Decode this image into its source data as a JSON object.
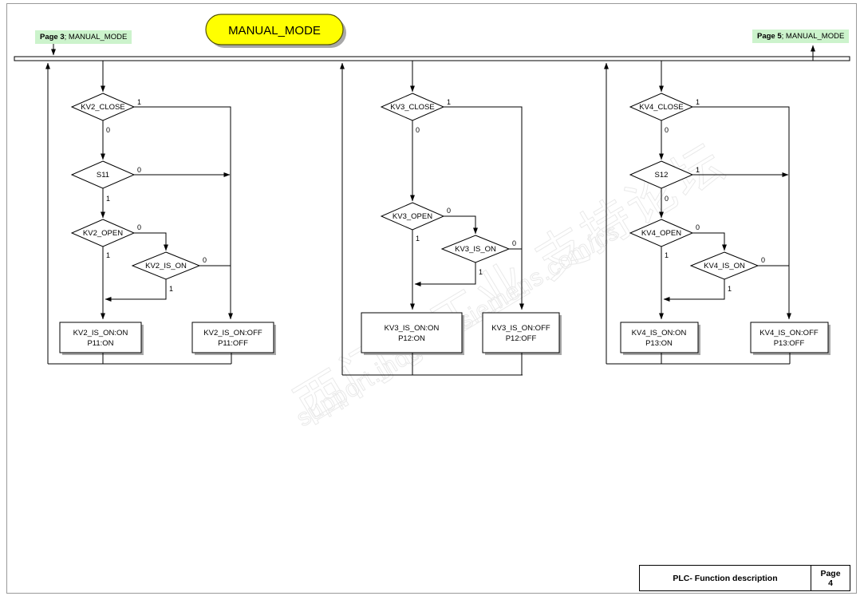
{
  "document": {
    "title": "MANUAL_MODE",
    "footer_title": "PLC- Function description",
    "footer_page_label": "Page",
    "footer_page_number": "4",
    "watermark_line1": "西门子工业 支持论坛",
    "watermark_line2": "support.industry.siemens.com/cs"
  },
  "connectors": {
    "left": {
      "page": "Page 3",
      "label": "; MANUAL_MODE"
    },
    "right": {
      "page": "Page 5",
      "label": "; MANUAL_MODE"
    }
  },
  "branch_labels": {
    "zero": "0",
    "one": "1"
  },
  "columns": [
    {
      "id": "kv2",
      "decisions": [
        {
          "name": "close",
          "text": "KV2_CLOSE",
          "right_label": "1",
          "down_label": "0"
        },
        {
          "name": "sensor",
          "text": "S11",
          "right_label": "0",
          "down_label": "1"
        },
        {
          "name": "open",
          "text": "KV2_OPEN",
          "right_label": "0",
          "down_label": "1"
        },
        {
          "name": "is-on",
          "text": "KV2_IS_ON",
          "right_label": "0",
          "down_label": "1"
        }
      ],
      "actions": [
        {
          "name": "on",
          "line1": "KV2_IS_ON:ON",
          "line2": "P11:ON"
        },
        {
          "name": "off",
          "line1": "KV2_IS_ON:OFF",
          "line2": "P11:OFF"
        }
      ]
    },
    {
      "id": "kv3",
      "decisions": [
        {
          "name": "close",
          "text": "KV3_CLOSE",
          "right_label": "1",
          "down_label": "0"
        },
        {
          "name": "open",
          "text": "KV3_OPEN",
          "right_label": "0",
          "down_label": "1"
        },
        {
          "name": "is-on",
          "text": "KV3_IS_ON",
          "right_label": "0",
          "down_label": "1"
        }
      ],
      "actions": [
        {
          "name": "on",
          "line1": "KV3_IS_ON:ON",
          "line2": "P12:ON"
        },
        {
          "name": "off",
          "line1": "KV3_IS_ON:OFF",
          "line2": "P12:OFF"
        }
      ]
    },
    {
      "id": "kv4",
      "decisions": [
        {
          "name": "close",
          "text": "KV4_CLOSE",
          "right_label": "1",
          "down_label": "0"
        },
        {
          "name": "sensor",
          "text": "S12",
          "right_label": "1",
          "down_label": "0"
        },
        {
          "name": "open",
          "text": "KV4_OPEN",
          "right_label": "0",
          "down_label": "1"
        },
        {
          "name": "is-on",
          "text": "KV4_IS_ON",
          "right_label": "0",
          "down_label": "1"
        }
      ],
      "actions": [
        {
          "name": "on",
          "line1": "KV4_IS_ON:ON",
          "line2": "P13:ON"
        },
        {
          "name": "off",
          "line1": "KV4_IS_ON:OFF",
          "line2": "P13:OFF"
        }
      ]
    }
  ],
  "colors": {
    "title_fill": "#ffff00",
    "connector_fill": "#ccf3cc",
    "line": "#000000",
    "shadow": "#a8a8a8"
  }
}
